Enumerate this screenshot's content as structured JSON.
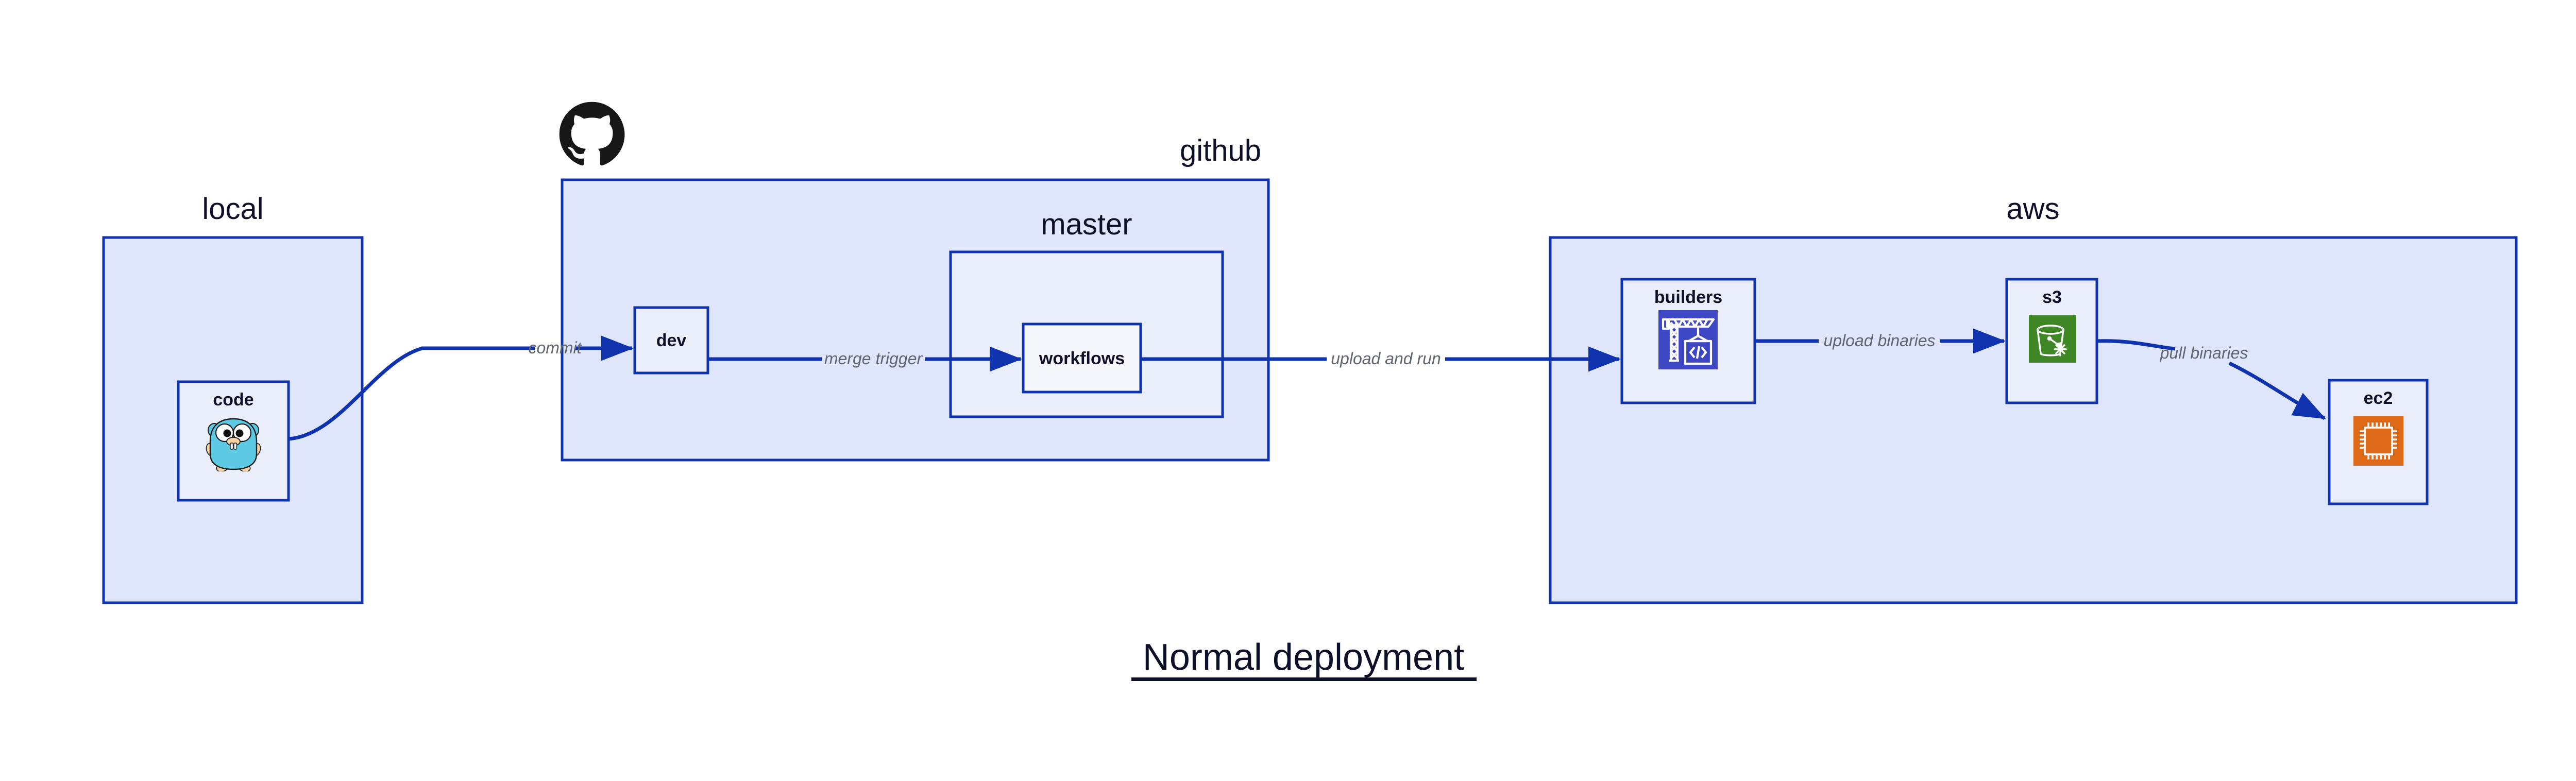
{
  "diagram": {
    "title": "Normal deployment",
    "title_underline": true,
    "colors": {
      "border": "#0f33ae",
      "group_fill": "#dfe5fa",
      "node_fill": "#eaeefb",
      "workflows_fill": "#f5f7fd",
      "edge": "#0f33ae",
      "edge_label": "#5f6570",
      "text": "#0d1028",
      "github_logo": "#181717",
      "gopher_body": "#5dc9e2",
      "builders_icon_bg": "#3f48c4",
      "s3_icon_bg": "#3f8624",
      "ec2_icon_bg": "#de6a18",
      "canvas": "#ffffff"
    },
    "groups": [
      {
        "id": "local",
        "label": "local",
        "label_align": "center"
      },
      {
        "id": "github",
        "label": "github",
        "label_align": "right"
      },
      {
        "id": "master",
        "label": "master",
        "label_align": "center"
      },
      {
        "id": "aws",
        "label": "aws",
        "label_align": "center"
      }
    ],
    "nodes": [
      {
        "id": "code",
        "label": "code",
        "icon": "go-gopher-icon",
        "group": "local"
      },
      {
        "id": "dev",
        "label": "dev",
        "icon": null,
        "group": "github"
      },
      {
        "id": "workflows",
        "label": "workflows",
        "icon": null,
        "group": "master"
      },
      {
        "id": "builders",
        "label": "builders",
        "icon": "aws-codebuild-crane-icon",
        "group": "aws"
      },
      {
        "id": "s3",
        "label": "s3",
        "icon": "aws-s3-glacier-bucket-icon",
        "group": "aws"
      },
      {
        "id": "ec2",
        "label": "ec2",
        "icon": "aws-ec2-chip-icon",
        "group": "aws"
      }
    ],
    "edges": [
      {
        "id": "commit",
        "from": "code",
        "to": "dev",
        "label": "commit",
        "shape": "curved"
      },
      {
        "id": "merge-trigger",
        "from": "dev",
        "to": "workflows",
        "label": "merge trigger",
        "shape": "straight"
      },
      {
        "id": "upload-and-run",
        "from": "workflows",
        "to": "builders",
        "label": "upload and run",
        "shape": "straight"
      },
      {
        "id": "upload-binaries",
        "from": "builders",
        "to": "s3",
        "label": "upload binaries",
        "shape": "straight"
      },
      {
        "id": "pull-binaries",
        "from": "s3",
        "to": "ec2",
        "label": "pull binaries",
        "shape": "curved"
      }
    ],
    "logos": [
      {
        "id": "github-logo",
        "name": "github-octocat-logo",
        "attached_to": "github"
      }
    ]
  }
}
